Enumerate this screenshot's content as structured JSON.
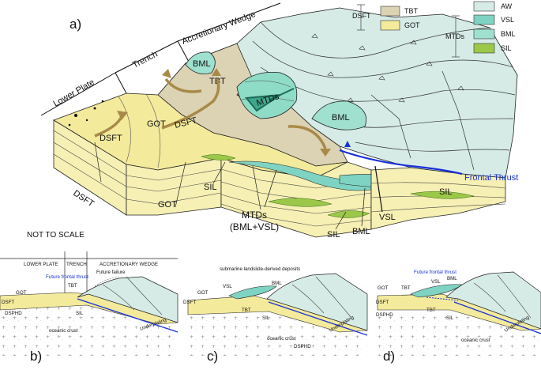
{
  "colors": {
    "aw": "#d6ebe6",
    "vsl": "#7fd3c2",
    "bml": "#9fe0cf",
    "sil": "#9cc84a",
    "tbt": "#dcd2b4",
    "got": "#f3ea9c",
    "dsft": "#f6f0b4",
    "frontal_thrust": "#1830d8",
    "arrow": "#a88a48"
  },
  "panel_a": {
    "panel_label": "a)",
    "zone_lower_plate": "Lower Plate",
    "zone_trench": "Trench",
    "zone_accretionary_wedge": "Accretionary Wedge",
    "labels": {
      "bml_top": "BML",
      "tbt": "TBT",
      "mtds_center": "MTDs",
      "bml_right": "BML",
      "got_left": "GOT",
      "dsft_arrow": "DSFT",
      "dsft_mid": "DSFT",
      "dsft_side": "DSFT",
      "got_front": "GOT",
      "sil_left": "SIL",
      "mtds_callout_line1": "MTDs",
      "mtds_callout_line2": "(BML+VSL)",
      "sil_bottom": "SIL",
      "bml_bottom": "BML",
      "vsl_bottom": "VSL",
      "sil_right": "SIL",
      "frontal_thrust": "Frontal Thrust"
    },
    "legend": {
      "dsft": "DSFT",
      "tbt": "TBT",
      "got": "GOT",
      "mtds": "MTDs",
      "aw": "AW",
      "vsl": "VSL",
      "bml": "BML",
      "sil": "SIL"
    },
    "not_to_scale": "NOT TO SCALE"
  },
  "panel_b": {
    "panel_label": "b)",
    "header_lower_plate": "LOWER PLATE",
    "header_trench": "TRENCH",
    "header_wedge": "ACCRETIONARY WEDGE",
    "future_failure": "Future failure",
    "got": "GOT",
    "future_frontal_thrust": "Future frontal thrust",
    "tbt": "TBT",
    "dsft": "DSFT",
    "dsphd": "DSPHD",
    "sil": "SIL",
    "oceanic_crust": "oceanic crust",
    "underplating": "Underplating"
  },
  "panel_c": {
    "panel_label": "c)",
    "submarine_deposits": "submarine landslide-derived deposits",
    "bml": "BML",
    "vsl": "VSL",
    "got": "GOT",
    "dsft": "DSFT",
    "tbt": "TBT",
    "sil": "SIL",
    "oceanic_crust": "oceanic crust",
    "dsphd": "DSPHD",
    "underplating": "Underplating"
  },
  "panel_d": {
    "panel_label": "d)",
    "future_frontal_thrust": "Future frontal thrust",
    "bml": "BML",
    "vsl": "VSL",
    "got": "GOT",
    "tbt": "TBT",
    "dsft": "DSFT",
    "dsphd": "DSPHD",
    "sil": "SIL",
    "oceanic_crust": "oceanic crust",
    "underplating": "Underplating"
  }
}
